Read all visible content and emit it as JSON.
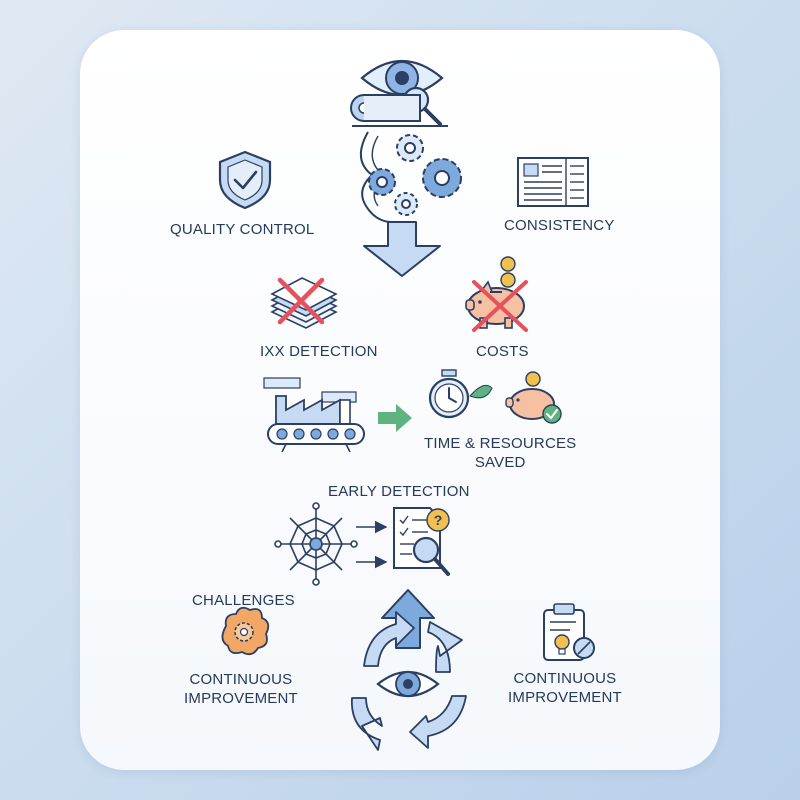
{
  "labels": {
    "quality_control": "QUALITY CONTROL",
    "consistency": "CONSISTENCY",
    "ixx_detection": "IXX DETECTION",
    "costs": "COSTS",
    "time_resources_saved": "TIME & RESOURCES\nSAVED",
    "early_detection": "EARLY DETECTION",
    "challenges": "CHALLENGES",
    "continuous_improvement_left": "CONTINUOUS\nIMPROVEMENT",
    "continuous_improvement_right": "CONTINUOUS\nIMPROVEMENT"
  },
  "icons": {
    "top": [
      "eye-icon",
      "magnifier-icon",
      "roller-icon",
      "gears-icon",
      "down-arrow-icon"
    ],
    "left": [
      "shield-check-icon",
      "paper-stack-icon",
      "factory-conveyor-icon",
      "network-web-icon",
      "brain-gear-icon"
    ],
    "right": [
      "document-grid-icon",
      "piggy-bank-icon",
      "stopwatch-icon",
      "document-search-icon",
      "clipboard-idea-icon"
    ],
    "bottom": [
      "cycle-arrows-icon",
      "eye-icon",
      "up-arrow-icon"
    ]
  },
  "colors": {
    "outline": "#2b3f63",
    "blue_fill": "#c6dbf3",
    "blue_mid": "#7ea9dc",
    "cross_red": "#e5525b",
    "green": "#5fb37f",
    "pig_pink": "#f6c0a2",
    "coin_gold": "#f2c04e",
    "brain_orange": "#f3a766"
  }
}
